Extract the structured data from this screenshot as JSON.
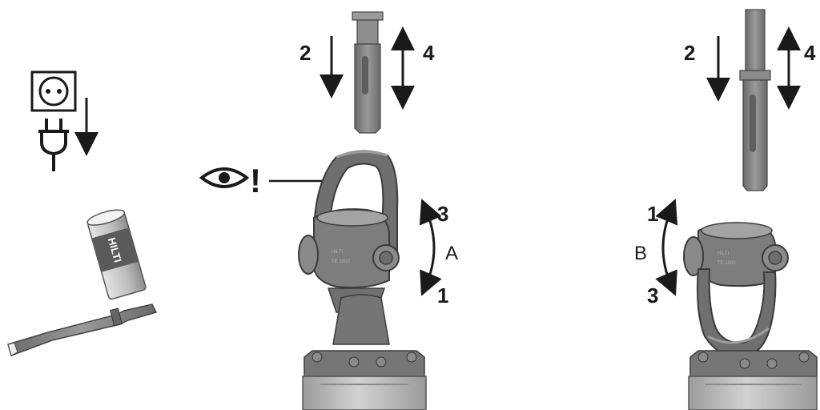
{
  "panel_left": {
    "brand_text": "HILTI"
  },
  "panel_center": {
    "step_insert": "2",
    "step_remove": "4",
    "step_lock": "3",
    "step_release": "1",
    "rotation_label": "A",
    "warning_mark": "!",
    "housing_brand": "HILTI",
    "housing_model": "TE 1000"
  },
  "panel_right": {
    "step_insert": "2",
    "step_remove": "4",
    "step_open": "1",
    "step_close": "3",
    "rotation_label": "B",
    "housing_brand": "HILTI",
    "housing_model": "TE 1000"
  },
  "colors": {
    "ink": "#1a1a1a",
    "metal_dark": "#5a5a5a",
    "metal_mid": "#7d7d7d",
    "metal_light": "#a9a9a9",
    "body_light": "#c8c8c8"
  },
  "icons": [
    "power-socket-icon",
    "power-plug-icon",
    "eye-icon",
    "exclamation-icon"
  ]
}
